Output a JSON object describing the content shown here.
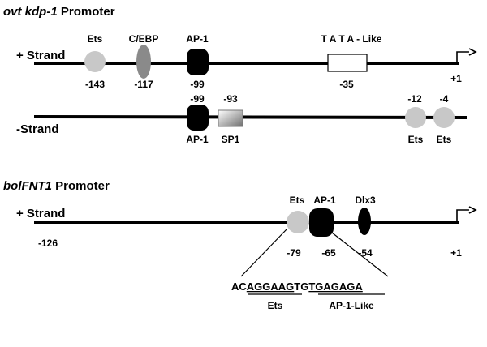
{
  "promoter1": {
    "title_italic": "ovt kdp-1",
    "title_suffix": " Promoter",
    "plus_label": "+ Strand",
    "minus_label": "-Strand",
    "plus_elements": [
      {
        "name": "Ets",
        "pos": "-143"
      },
      {
        "name": "C/EBP",
        "pos": "-117"
      },
      {
        "name": "AP-1",
        "pos": "-99"
      },
      {
        "name": "T A T A - Like",
        "pos": "-35"
      }
    ],
    "plus_end": "+1",
    "minus_elements": [
      {
        "name": "AP-1",
        "pos": "-99"
      },
      {
        "name": "SP1",
        "pos": "-93"
      },
      {
        "name": "Ets",
        "pos": "-12"
      },
      {
        "name": "Ets",
        "pos": "-4"
      }
    ]
  },
  "promoter2": {
    "title_italic": "bolFNT1",
    "title_suffix": " Promoter",
    "plus_label": "+ Strand",
    "start": "-126",
    "elements": [
      {
        "name": "Ets",
        "pos": "-79"
      },
      {
        "name": "AP-1",
        "pos": "-65"
      },
      {
        "name": "Dlx3",
        "pos": "-54"
      }
    ],
    "end": "+1",
    "sequence": {
      "p1": "AC",
      "p2": "AGGAAG",
      "p3": "TG",
      "p4": "TGAGAGA",
      "ets_label": "Ets",
      "ap1_label": "AP-1-Like"
    }
  },
  "colors": {
    "line": "#000000",
    "ets": "#c8c8c8",
    "cebp": "#8a8a8a",
    "ap1": "#000000"
  }
}
